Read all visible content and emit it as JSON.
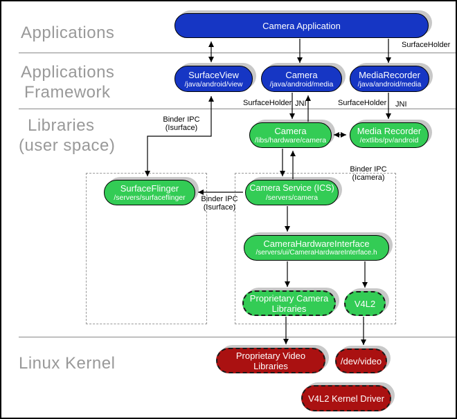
{
  "layers": {
    "applications": "Applications",
    "framework_l1": "Applications",
    "framework_l2": "Framework",
    "libraries_l1": "Libraries",
    "libraries_l2": "(user space)",
    "kernel": "Linux Kernel"
  },
  "nodes": {
    "camera_app": {
      "title": "Camera Application"
    },
    "surface_view": {
      "title": "SurfaceView",
      "path": "/java/android/view"
    },
    "camera_java": {
      "title": "Camera",
      "path": "/java/android/media"
    },
    "media_recorder_java": {
      "title": "MediaRecorder",
      "path": "/java/android/media"
    },
    "camera_lib": {
      "title": "Camera",
      "path": "/libs/hardware/camera"
    },
    "media_recorder_lib": {
      "title": "Media Recorder",
      "path": "/extlibs/pv/android"
    },
    "surface_flinger": {
      "title": "SurfaceFlinger",
      "path": "/servers/surfaceflinger"
    },
    "camera_service": {
      "title": "Camera Service (ICS)",
      "path": "/servers/camera"
    },
    "camera_hw_interface": {
      "title": "CameraHardwareInterface",
      "path": "/servers/ui/CameraHardwareInterface.h"
    },
    "proprietary_camera_libs": {
      "title": "Proprietary Camera Libraries"
    },
    "v4l2": {
      "title": "V4L2"
    },
    "proprietary_video_libs": {
      "title": "Proprietary Video Libraries"
    },
    "dev_video": {
      "title": "/dev/video"
    },
    "v4l2_kernel_driver": {
      "title": "V4L2 Kernel Driver"
    }
  },
  "edge_labels": {
    "surfaceholder_top": "SurfaceHolder",
    "surfaceholder_camera": "SurfaceHolder",
    "jni_camera": "JNI",
    "surfaceholder_mediarecorder": "SurfaceHolder",
    "jni_mediarecorder": "JNI",
    "binder_left_l1": "Binder IPC",
    "binder_left_l2": "(Isurface)",
    "binder_icamera_l1": "Binder IPC",
    "binder_icamera_l2": "(Icamera)",
    "binder_mid_l1": "Binder IPC",
    "binder_mid_l2": "(Isurface)"
  },
  "colors": {
    "node_blue": "#1636c4",
    "node_green": "#33cc55",
    "node_red": "#aa1111",
    "shadow_gray": "#c8c8c8",
    "layer_label_gray": "#999999"
  }
}
